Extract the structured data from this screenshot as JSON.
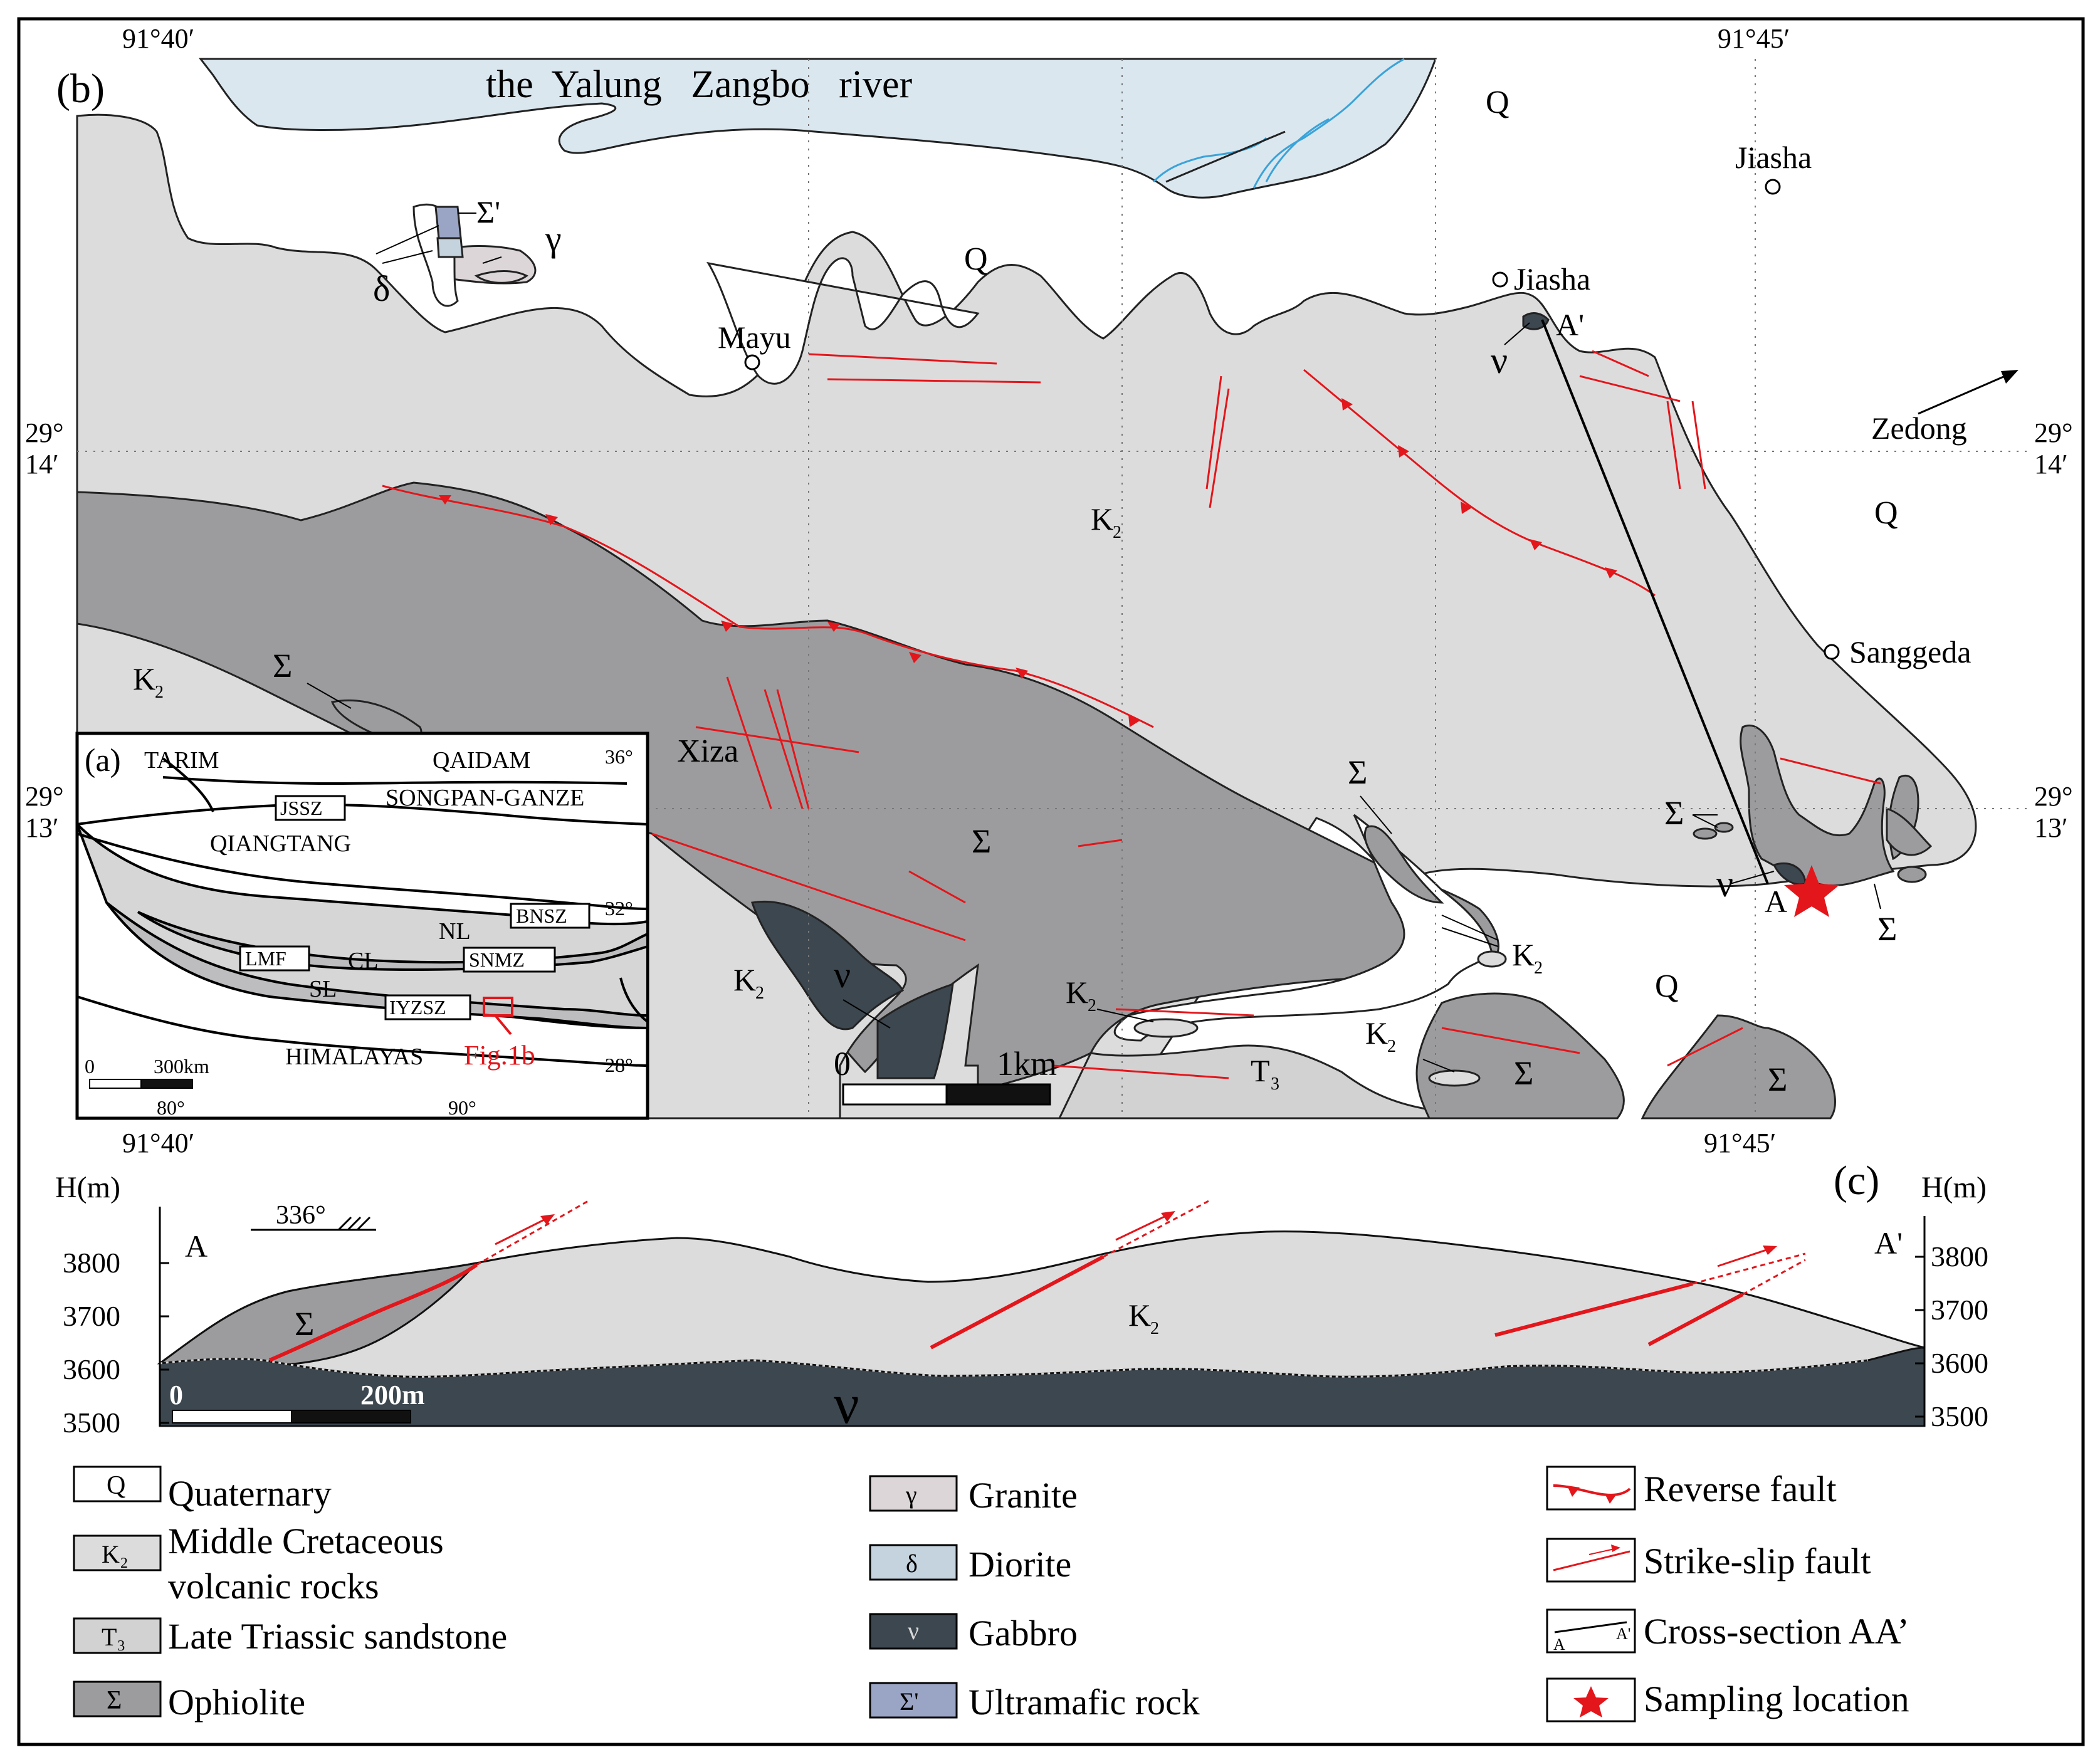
{
  "panel_labels": {
    "b": "(b)",
    "a": "(a)",
    "c": "(c)"
  },
  "river_label": "the  Yalung   Zangbo   river",
  "coords": {
    "lon_w_top": "91°40′",
    "lon_e_top": "91°45′",
    "lon_w_bottom": "91°40′",
    "lon_e_bottom": "91°45′",
    "lat_29_14_deg": "29°",
    "lat_29_14_min": "14′",
    "lat_29_13_deg": "29°",
    "lat_29_13_min": "13′",
    "lat_r14_deg": "29°",
    "lat_r14_min": "14′",
    "lat_r13_deg": "29°",
    "lat_r13_min": "13′"
  },
  "places": {
    "jiasha_ne": "Jiasha",
    "jiasha": "Jiasha",
    "mayu": "Mayu",
    "zedong": "Zedong",
    "sanggeda": "Sanggeda",
    "xiza": "Xiza"
  },
  "unit_labels": {
    "q1": "Q",
    "q2": "Q",
    "q3": "Q",
    "q4": "Q",
    "k2_1": "K",
    "k2_2": "K",
    "k2_3": "K",
    "k2_4": "K",
    "k2_5": "K",
    "k2_6": "K",
    "sub2": "2",
    "sigma1": "Σ",
    "sigma2": "Σ",
    "sigma3": "Σ",
    "sigma4": "Σ",
    "sigma5": "Σ",
    "sigma6": "Σ",
    "sigma7": "Σ",
    "sigma_prime": "Σ'",
    "gamma": "γ",
    "delta": "δ",
    "nu1": "ν",
    "nu2": "ν",
    "nu3": "ν",
    "t3": "T",
    "sub3": "3",
    "a": "A",
    "a_prime": "A'"
  },
  "scale_b": {
    "zero": "0",
    "end": "1km"
  },
  "inset": {
    "tarim": "TARIM",
    "qaidam": "QAIDAM",
    "songpan": "SONGPAN-GANZE",
    "qiangtang": "QIANGTANG",
    "jssz": "JSSZ",
    "bnsz": "BNSZ",
    "nl": "NL",
    "cl": "CL",
    "lmf": "LMF",
    "snmz": "SNMZ",
    "sl": "SL",
    "iyzsz": "IYZSZ",
    "himalayas": "HIMALAYAS",
    "fig1b": "Fig.1b",
    "lat36": "36°",
    "lat32": "32°",
    "lat28": "28°",
    "lon80": "80°",
    "lon90": "90°",
    "scale_zero": "0",
    "scale_end": "300km"
  },
  "section": {
    "h_left": "H(m)",
    "h_right": "H(m)",
    "a": "A",
    "a_prime": "A'",
    "strike": "336°",
    "sigma": "Σ",
    "k2": "K",
    "sub2": "2",
    "nu": "ν",
    "ticks_left": [
      "3800",
      "3700",
      "3600",
      "3500"
    ],
    "ticks_right": [
      "3800",
      "3700",
      "3600",
      "3500"
    ],
    "scale_zero": "0",
    "scale_end": "200m"
  },
  "legend": [
    {
      "symbol": "Q",
      "line1": "Quaternary",
      "line2": "",
      "color": "#ffffff"
    },
    {
      "symbol": "K₂",
      "line1": "Middle Cretaceous",
      "line2": "volcanic rocks",
      "color": "#dcdcdd"
    },
    {
      "symbol": "T₃",
      "line1": "Late Triassic sandstone",
      "line2": "",
      "color": "#d2d2d3"
    },
    {
      "symbol": "Σ",
      "line1": "Ophiolite",
      "line2": "",
      "color": "#9c9c9e"
    },
    {
      "symbol": "γ",
      "line1": "Granite",
      "line2": "",
      "color": "#dcd6d9"
    },
    {
      "symbol": "δ",
      "line1": "Diorite",
      "line2": "",
      "color": "#c5d3de"
    },
    {
      "symbol": "ν",
      "line1": "Gabbro",
      "line2": "",
      "color": "#3d474f"
    },
    {
      "symbol": "Σ'",
      "line1": "Ultramafic rock",
      "line2": "",
      "color": "#9aa4c4"
    },
    {
      "symbol": "",
      "line1": "Reverse fault",
      "line2": "",
      "color": "#e3161b"
    },
    {
      "symbol": "",
      "line1": "Strike-slip fault",
      "line2": "",
      "color": "#e3161b"
    },
    {
      "symbol": "",
      "line1": "Cross-section AA’",
      "line2": "",
      "color": "#000000"
    },
    {
      "symbol": "",
      "line1": "Sampling location",
      "line2": "",
      "color": "#e3161b"
    }
  ],
  "legend_symbols_cross": {
    "a": "A",
    "a_prime": "A'"
  }
}
